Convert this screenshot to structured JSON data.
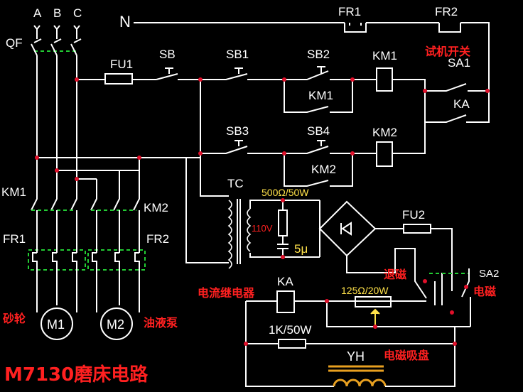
{
  "phases": [
    "A",
    "B",
    "C"
  ],
  "neutral": "N",
  "labels": {
    "qf": "QF",
    "fu1": "FU1",
    "sb": "SB",
    "sb1": "SB1",
    "sb2": "SB2",
    "km1_coil": "KM1",
    "km1_aux": "KM1",
    "fr1_top": "FR1",
    "fr2_top": "FR2",
    "test_switch": "试机开关",
    "sa1": "SA1",
    "ka_top": "KA",
    "sb3": "SB3",
    "sb4": "SB4",
    "km2_coil": "KM2",
    "km2_aux": "KM2",
    "km1_main": "KM1",
    "km2_main": "KM2",
    "fr1_main": "FR1",
    "fr2_main": "FR2",
    "tc": "TC",
    "resistor_top": "500Ω/50W",
    "volt": "110V",
    "cap": "5μ",
    "fu2": "FU2",
    "demag": "退磁",
    "sa2": "SA2",
    "magnetize": "电磁",
    "current_relay": "电流继电器",
    "ka_coil": "KA",
    "rheostat": "125Ω/20W",
    "resistor_bottom": "1K/50W",
    "yh": "YH",
    "chuck": "电磁吸盘",
    "grinder": "砂轮",
    "m1": "M1",
    "m2": "M2",
    "pump": "油液泵",
    "title": "M7130磨床电路"
  },
  "colors": {
    "background": "#000000",
    "wire": "#ffffff",
    "junction": "#e0102a",
    "mechanical_link": "#22cc33",
    "annotation": "#ff2020",
    "value_text": "#ffe24a",
    "inductor": "#e8a020"
  }
}
